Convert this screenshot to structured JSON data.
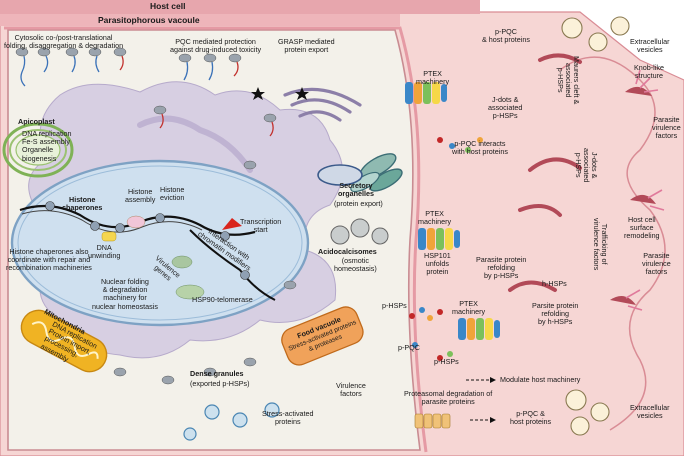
{
  "title_host": "Host cell",
  "title_pv": "Parasitophorous vacoule",
  "labels": {
    "cytosolic": "Cytosolic co-/post-translational\nfolding, disaggregation & degradation",
    "pqc_protection": "PQC mediated protection\nagainst drug-induced toxicity",
    "grasp": "GRASP mediated\nprotein export",
    "apicoplast": "Apicoplast",
    "apicoplast_items": "DNA replication\nFe-S assembly\nOrganelle\nbiogenesis",
    "histone_chaperones": "Histone\nchaperones",
    "histone_assembly": "Histone\nassembly",
    "histone_eviction": "Histone\neviction",
    "transcription_start": "Transcription\nstart",
    "dna_unwinding": "DNA\nunwinding",
    "interaction_chromatin": "Interaction with\nchromatin modifiers",
    "virulence_genes": "Virulence\ngenes",
    "hsp90_telomerase": "HSP90-telomerase",
    "histone_coordinate": "Histone chaperones also\ncoordinate with repair and\nrecombination machineries",
    "nuclear_folding": "Nuclear folding\n& degradation\nmachinery for\nnuclear homeostasis",
    "secretory": "Secretory\norganelles",
    "secretory_sub": "(protein export)",
    "acidocalcisomes": "Acidocalcisomes",
    "acidocalcisomes_sub": "(osmotic\nhomeostasis)",
    "mitochondria": "Mitochondria",
    "mito_items": "DNA replication\nProtein import,\nprocessing,\nassembly",
    "food_vacuole": "Food vacuole",
    "food_vacuole_sub": "Stress-activated proteins\n& proteases",
    "dense_granules": "Dense granules",
    "dense_granules_sub": "(exported p-HSPs)",
    "stress_activated": "Stress-activated\nproteins",
    "virulence_factors": "Virulence\nfactors",
    "p_pqc_host": "p-PQC\n& host proteins",
    "extracellular_top": "Extracellular\nvesicles",
    "ptex_1": "PTEX\nmachinery",
    "jdots_1": "J-dots &\nassociated\np-HSPs",
    "maurers": "Maurers cleft &\nassociated\np-HSPs",
    "knob": "Knob-like\nstructure",
    "parasite_virulence_1": "Parasite\nvirulence\nfactors",
    "p_pqc_interacts": "p-PQC interacts\nwith host proteins",
    "jdots_2": "J-dots &\nassociated\np-HSPs",
    "trafficking": "Trafficking of\nvirulence factors",
    "host_surface": "Host cell\nsurface\nremodeling",
    "parasite_virulence_2": "Parasite\nvirulence\nfactors",
    "ptex_2": "PTEX\nmachinery",
    "hsp101": "HSP101\nunfolds\nprotein",
    "refolding_p": "Parasite protein\nrefolding\nby p-HSPs",
    "h_hsps": "h-HSPs",
    "p_hsps_1": "p-HSPs",
    "ptex_3": "PTEX\nmachinery",
    "refolding_h": "Parsite protein\nrefolding\nby h-HSPs",
    "p_pqc": "p-PQC",
    "p_hsps_2": "p-HSPs",
    "modulate": "Modulate host machinery",
    "proteasomal": "Proteasomal degradation of\nparasite proteins",
    "p_pqc_host_2": "p-PQC &\nhost proteins",
    "extracellular_bottom": "Extracellular\nvesicles"
  },
  "colors": {
    "host_band": "#e7a6ad",
    "host_cytoplasm": "#f6d6d4",
    "pv_band": "#eeb5ba",
    "parasite_cytoplasm": "#f3f1ea",
    "er": "#c9c0d6",
    "nucleus": "#cfe0ef",
    "nucleus_edge": "#7ea2c4",
    "apicoplast": "#9bc272",
    "mitochondria": "#f0b323",
    "food_vacuole": "#f0a25a",
    "ptex_blue": "#3a87c8",
    "ptex_orange": "#f0a43a",
    "ptex_green": "#7cc05b"
  }
}
